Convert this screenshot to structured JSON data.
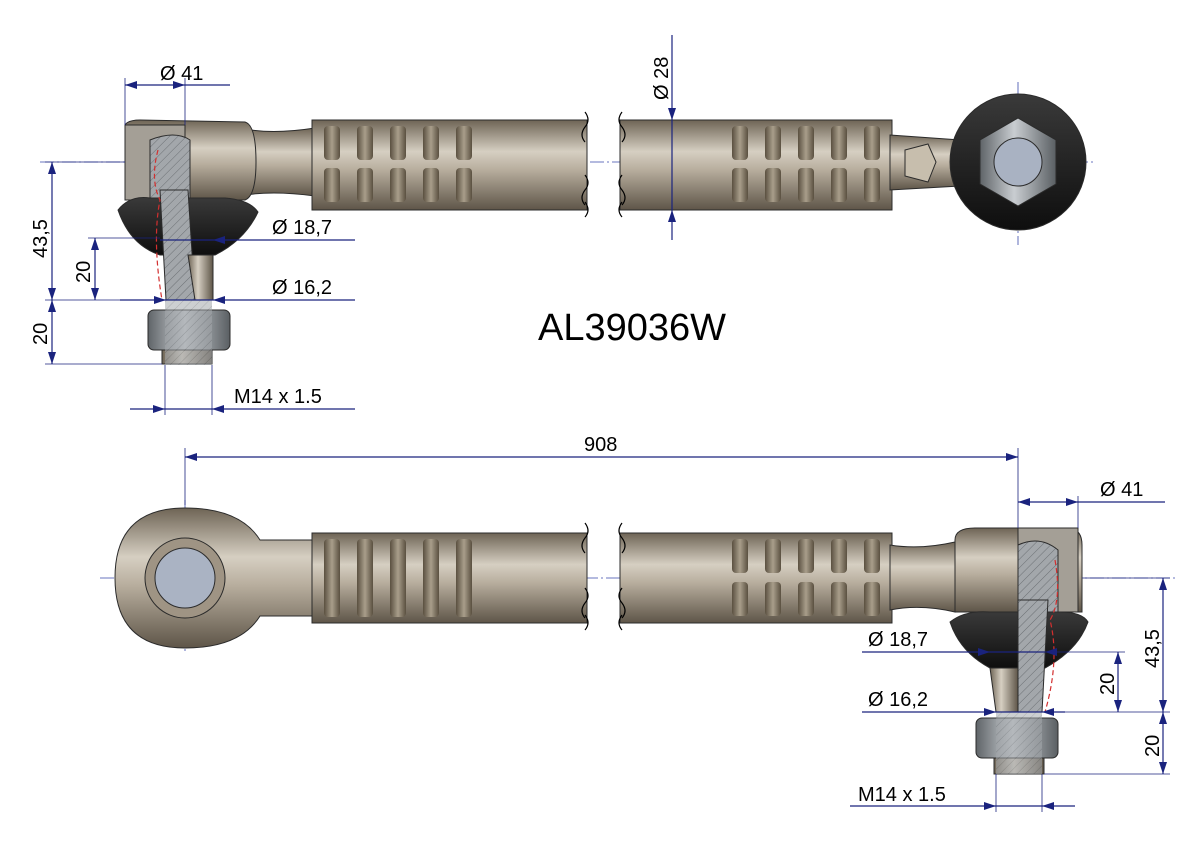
{
  "part_number": "AL39036W",
  "top_view": {
    "dim_ball_diameter": "Ø 41",
    "dim_tube_diameter": "Ø 28",
    "dim_height": "43,5",
    "dim_height_lower": "20",
    "dim_stud_length": "20",
    "dim_cone_diameter": "Ø 18,7",
    "dim_stud_diameter": "Ø 16,2",
    "dim_thread": "M14 x 1.5"
  },
  "bottom_view": {
    "dim_total_length": "908",
    "dim_ball_diameter": "Ø 41",
    "dim_cone_diameter": "Ø 18,7",
    "dim_stud_diameter": "Ø 16,2",
    "dim_height": "43,5",
    "dim_height_lower": "20",
    "dim_stud_length": "20",
    "dim_thread": "M14 x 1.5"
  },
  "colors": {
    "metal": "#b3a999",
    "metal_dark": "#7d7262",
    "rubber": "#1e1e1e",
    "nut": "#8a8f94",
    "dimension": "#1a237e",
    "section": "#9a9ea3",
    "red_line": "#d32f2f"
  }
}
